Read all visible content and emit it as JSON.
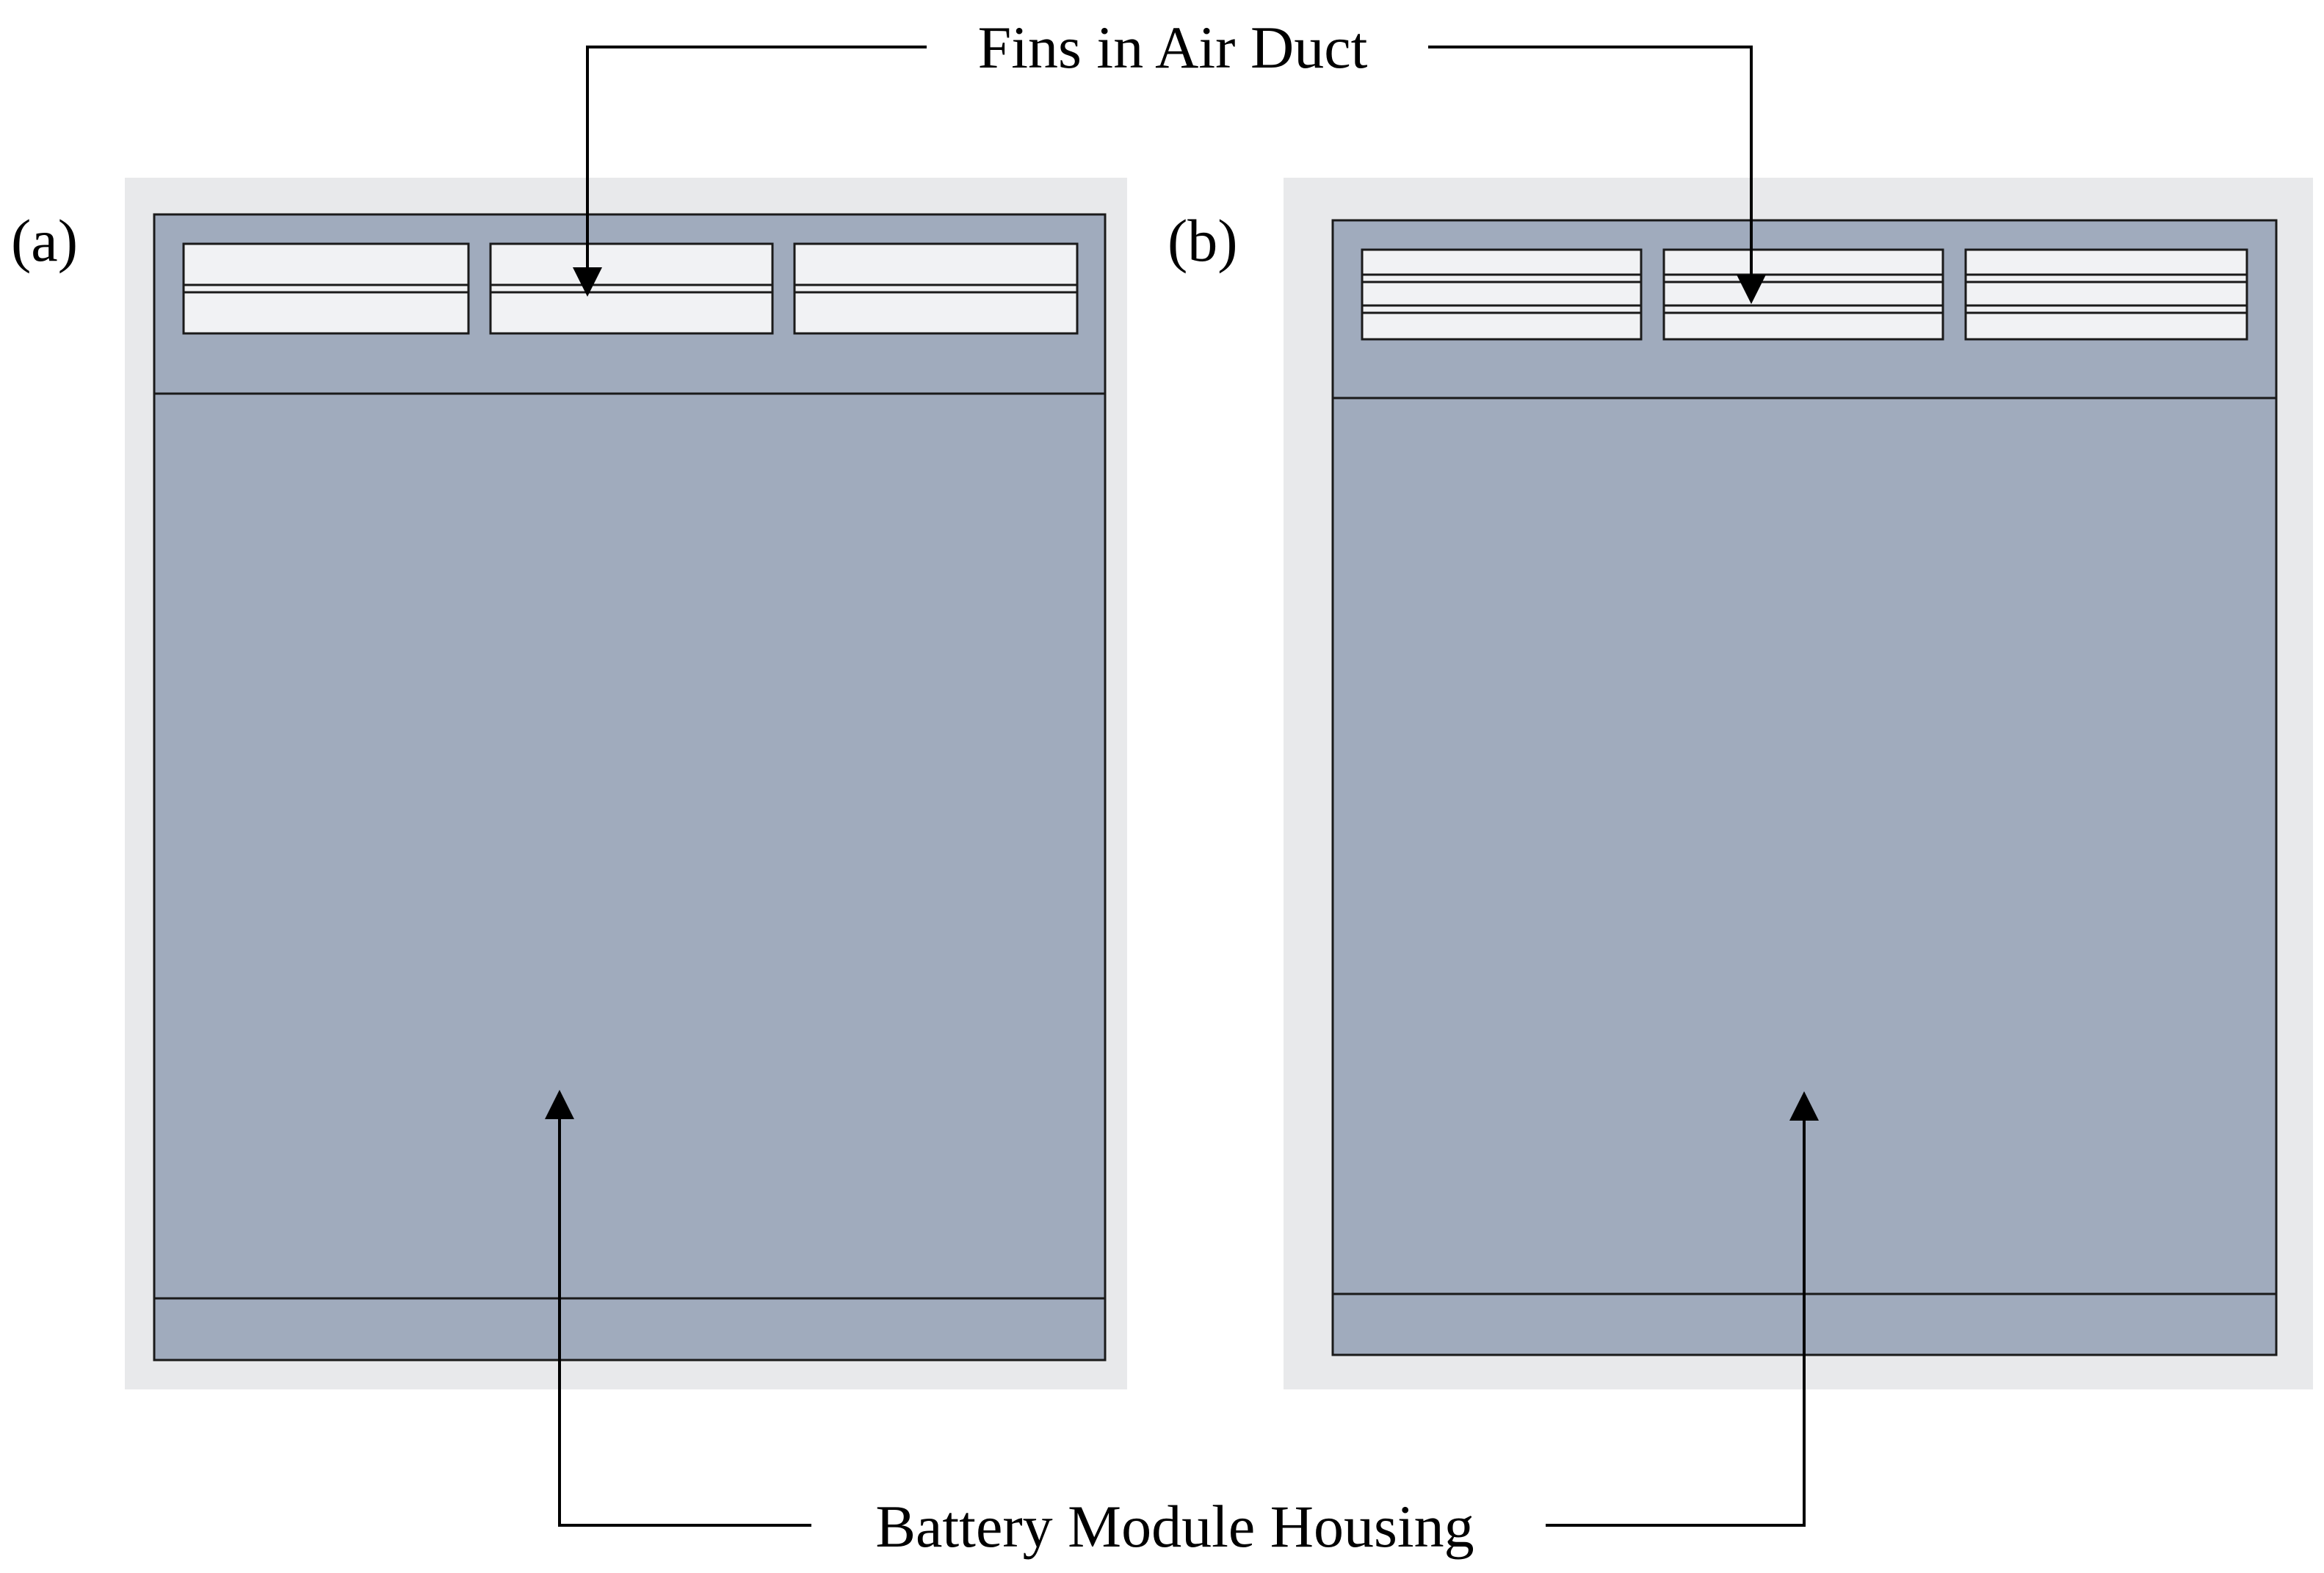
{
  "labels": {
    "fins": "Fins in Air Duct",
    "housing": "Battery Module Housing",
    "panel_a": "(a)",
    "panel_b": "(b)"
  },
  "colors": {
    "background": "#ffffff",
    "frame": "#e8e9eb",
    "housing": "#a0abbd",
    "channel": "#f1f2f4",
    "line": "#1a1a1a"
  },
  "panels": [
    {
      "id": "a",
      "fin_rows": 2,
      "columns": 3
    },
    {
      "id": "b",
      "fin_rows": 3,
      "columns": 3
    }
  ]
}
